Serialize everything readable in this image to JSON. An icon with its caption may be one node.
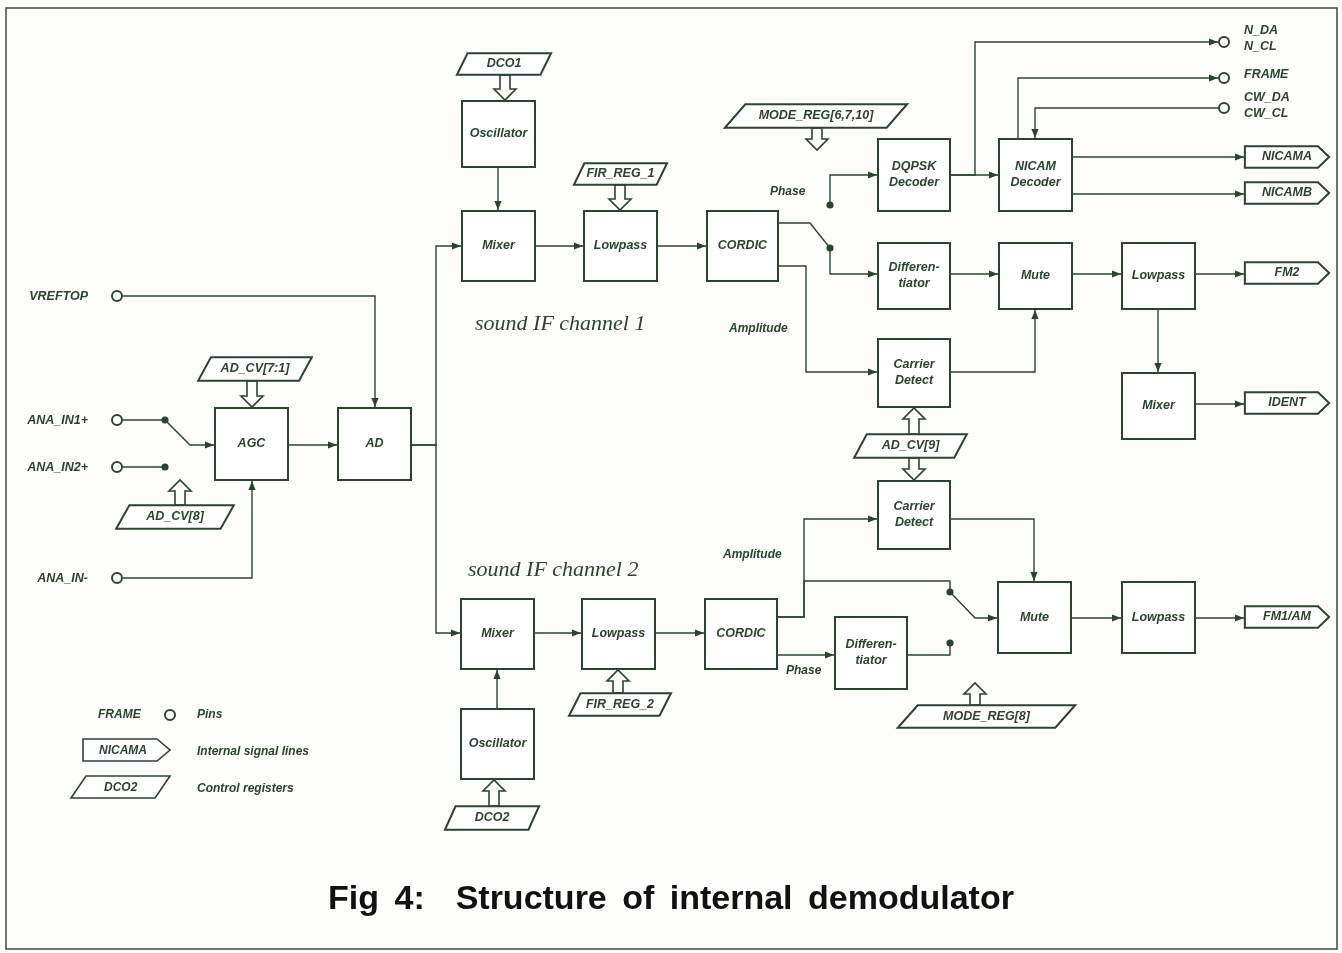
{
  "diagram": {
    "caption": "Fig 4:  Structure of internal demodulator",
    "nodes": [
      {
        "text": [
          "DCO1"
        ]
      },
      {
        "text": [
          "Oscillator"
        ]
      },
      {
        "text": [
          "FIR_REG_1"
        ]
      },
      {
        "text": [
          "Mixer"
        ]
      },
      {
        "text": [
          "Lowpass"
        ]
      },
      {
        "text": [
          "CORDIC"
        ]
      },
      {
        "text": [
          "MODE_REG[6,7,10]"
        ]
      },
      {
        "text": [
          "DQPSK Decoder"
        ]
      },
      {
        "text": [
          "NICAM Decoder"
        ]
      },
      {
        "text": [],
        "shape": "circle",
        "beside": [
          "N_DA",
          "N_CL"
        ]
      },
      {
        "text": [],
        "shape": "circle",
        "beside": [
          "FRAME"
        ]
      },
      {
        "text": [],
        "shape": "circle",
        "beside": [
          "CW_DA",
          "CW_CL"
        ]
      },
      {
        "text": [
          "NICAMA"
        ]
      },
      {
        "text": [
          "NICAMB"
        ]
      },
      {
        "text": [
          "Differen- tiator"
        ]
      },
      {
        "text": [
          "Mute"
        ]
      },
      {
        "text": [
          "Lowpass"
        ]
      },
      {
        "text": [
          "FM2"
        ]
      },
      {
        "text": [
          "Carrier Detect"
        ]
      },
      {
        "text": [
          "Mixer"
        ]
      },
      {
        "text": [
          "IDENT"
        ]
      },
      {
        "text": [
          "AD_CV[9]"
        ]
      },
      {
        "text": [
          "Carrier Detect"
        ]
      },
      {
        "text": [],
        "shape": "circle",
        "beside": [
          "VREFTOP"
        ]
      },
      {
        "text": [
          "AD_CV[7:1]"
        ]
      },
      {
        "text": [],
        "shape": "circle",
        "beside": [
          "ANA_IN1+"
        ]
      },
      {
        "text": [
          "AGC"
        ]
      },
      {
        "text": [
          "AD"
        ]
      },
      {
        "text": [],
        "shape": "circle",
        "beside": [
          "ANA_IN2+"
        ]
      },
      {
        "text": [
          "AD_CV[8]"
        ]
      },
      {
        "text": [],
        "shape": "circle",
        "beside": [
          "ANA_IN-"
        ]
      },
      {
        "text": [
          "Mixer"
        ]
      },
      {
        "text": [
          "Lowpass"
        ]
      },
      {
        "text": [
          "CORDIC"
        ]
      },
      {
        "text": [
          "Mute"
        ]
      },
      {
        "text": [
          "Lowpass"
        ]
      },
      {
        "text": [
          "FM1/AM"
        ]
      },
      {
        "text": [
          "Differen- tiator"
        ]
      },
      {
        "text": [
          "FIR_REG_2"
        ]
      },
      {
        "text": [
          "MODE_REG[8]"
        ]
      },
      {
        "text": [
          "Oscillator"
        ]
      },
      {
        "text": [
          "DCO2"
        ]
      }
    ],
    "edges": [
      {
        "from": 0,
        "to": 1,
        "arrow": "to",
        "style": "thick"
      },
      {
        "from": 2,
        "to": 4,
        "arrow": "to",
        "style": "thick"
      },
      {
        "from": 6,
        "to": null,
        "arrow": "to",
        "style": "thick"
      },
      {
        "from": 24,
        "to": 26,
        "arrow": "to",
        "style": "thick"
      },
      {
        "from": 29,
        "to": null,
        "arrow": "to",
        "style": "thick"
      },
      {
        "from": 21,
        "to": 18,
        "arrow": "to",
        "style": "thick"
      },
      {
        "from": 21,
        "to": 22,
        "arrow": "to",
        "style": "thick"
      },
      {
        "from": 38,
        "to": 32,
        "arrow": "to",
        "style": "thick"
      },
      {
        "from": 39,
        "to": null,
        "arrow": "to",
        "style": "thick"
      },
      {
        "from": 41,
        "to": 40,
        "arrow": "to",
        "style": "thick"
      },
      {
        "from": 1,
        "to": 3,
        "arrow": "to"
      },
      {
        "from": 3,
        "to": 4,
        "arrow": "to"
      },
      {
        "from": 4,
        "to": 5,
        "arrow": "to"
      },
      {
        "from": 5,
        "to": 14,
        "arrow": "to"
      },
      {
        "from": null,
        "to": 7,
        "arrow": "to",
        "label": "Phase"
      },
      {
        "from": 7,
        "to": 8,
        "arrow": "to"
      },
      {
        "from": 7,
        "to": 9,
        "arrow": "to"
      },
      {
        "from": 8,
        "to": 10,
        "arrow": "to"
      },
      {
        "from": 11,
        "to": 8,
        "arrow": "to"
      },
      {
        "from": 8,
        "to": 12,
        "arrow": "to"
      },
      {
        "from": 8,
        "to": 13,
        "arrow": "to"
      },
      {
        "from": 5,
        "to": 18,
        "arrow": "to",
        "label": "Amplitude"
      },
      {
        "from": 14,
        "to": 15,
        "arrow": "to"
      },
      {
        "from": 18,
        "to": 15,
        "arrow": "to"
      },
      {
        "from": 15,
        "to": 16,
        "arrow": "to"
      },
      {
        "from": 16,
        "to": 17,
        "arrow": "to"
      },
      {
        "from": 16,
        "to": 19,
        "arrow": "to"
      },
      {
        "from": 19,
        "to": 20,
        "arrow": "to"
      },
      {
        "from": 23,
        "to": 27,
        "arrow": "to"
      },
      {
        "from": 25,
        "to": 26,
        "arrow": "to"
      },
      {
        "from": 28,
        "to": null,
        "arrow": "other"
      },
      {
        "from": 30,
        "to": 26,
        "arrow": "to"
      },
      {
        "from": 26,
        "to": 27,
        "arrow": "to"
      },
      {
        "from": 27,
        "to": 3,
        "arrow": "to"
      },
      {
        "from": 27,
        "to": 31,
        "arrow": "to"
      },
      {
        "from": 40,
        "to": 31,
        "arrow": "to"
      },
      {
        "from": 31,
        "to": 32,
        "arrow": "to"
      },
      {
        "from": 32,
        "to": 33,
        "arrow": "to"
      },
      {
        "from": 33,
        "to": 22,
        "arrow": "to",
        "label": "Amplitude"
      },
      {
        "from": 33,
        "to": 34,
        "arrow": "to"
      },
      {
        "from": 33,
        "to": 37,
        "arrow": "to",
        "label": "Phase"
      },
      {
        "from": 37,
        "to": null,
        "arrow": "other"
      },
      {
        "from": 22,
        "to": 34,
        "arrow": "to"
      },
      {
        "from": 34,
        "to": 35,
        "arrow": "to"
      },
      {
        "from": 35,
        "to": 36,
        "arrow": "to"
      }
    ],
    "labels": [
      "sound IF channel 1",
      "sound IF channel 2",
      "FRAME",
      "NICAMA",
      "DCO2"
    ],
    "legend": [
      {
        "text": "Pins"
      },
      {
        "text": "Internal signal lines"
      },
      {
        "text": "Control registers"
      }
    ]
  }
}
